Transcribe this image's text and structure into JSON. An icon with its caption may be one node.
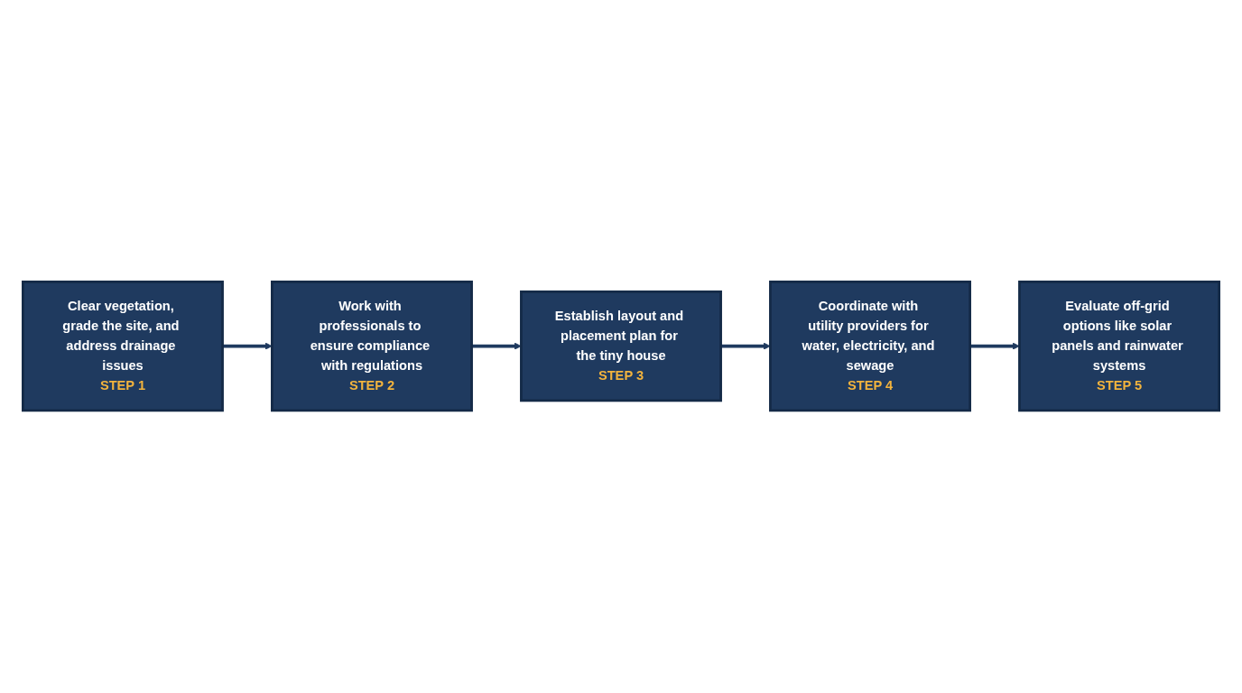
{
  "diagram": {
    "nodes": [
      {
        "text": [
          "Clear vegetation, grade the site, and address drainage issues",
          "STEP 1"
        ]
      },
      {
        "text": [
          "Work with professionals to ensure compliance with regulations",
          "STEP 2"
        ]
      },
      {
        "text": [
          "Establish layout and placement plan for the tiny house",
          "STEP 3"
        ]
      },
      {
        "text": [
          "Coordinate with utility providers for water, electricity, and sewage",
          "STEP 4"
        ]
      },
      {
        "text": [
          "Evaluate off-grid options like solar panels and rainwater systems",
          "STEP 5"
        ]
      }
    ],
    "edges": [
      {
        "from": 0,
        "to": 1,
        "arrow": "to"
      },
      {
        "from": 1,
        "to": 2,
        "arrow": "to"
      },
      {
        "from": 2,
        "to": 3,
        "arrow": "to"
      },
      {
        "from": 3,
        "to": 4,
        "arrow": "to"
      }
    ]
  }
}
